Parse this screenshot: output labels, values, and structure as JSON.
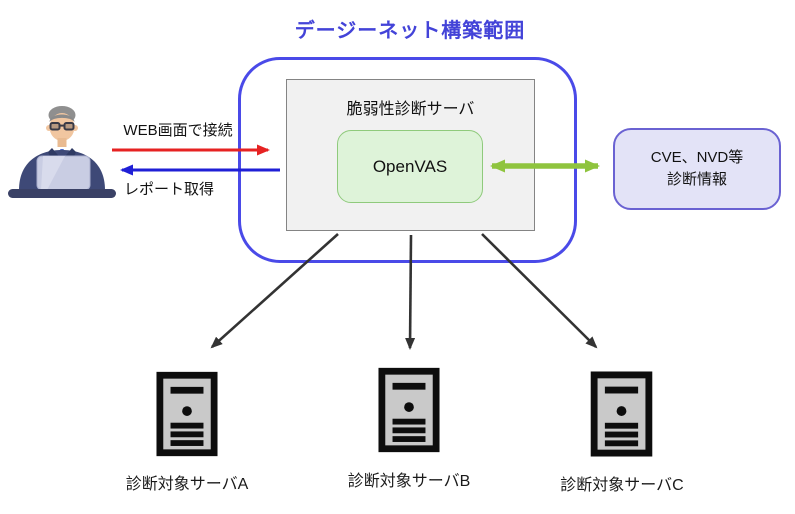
{
  "title": {
    "text": "デージーネット構築範囲"
  },
  "scan_server": {
    "label": "脆弱性診断サーバ",
    "openvas_label": "OpenVAS"
  },
  "cve_box": {
    "line1": "CVE、NVD等",
    "line2": "診断情報"
  },
  "user_flows": {
    "connect_label": "WEB画面で接続",
    "report_label": "レポート取得"
  },
  "actor": {
    "icon": "person-at-laptop-icon"
  },
  "targets": [
    {
      "label": "診断対象サーバA",
      "icon": "server-icon"
    },
    {
      "label": "診断対象サーバB",
      "icon": "server-icon"
    },
    {
      "label": "診断対象サーバC",
      "icon": "server-icon"
    }
  ],
  "colors": {
    "title_blue": "#4343d8",
    "scope_border_blue": "#4a4ae8",
    "connect_arrow_red": "#e62222",
    "report_arrow_blue": "#1f1fd6",
    "exchange_arrow_green": "#8fc43e",
    "target_arrow_black": "#333333",
    "openvas_fill": "#def3d9",
    "openvas_border": "#8fca7c",
    "scan_server_fill": "#f1f1f1",
    "scan_server_border": "#848484",
    "cve_fill": "#e3e3f7",
    "cve_border": "#6a62d2",
    "server_icon_fill": "#c9c9c9",
    "server_icon_border": "#0d0d0d"
  }
}
